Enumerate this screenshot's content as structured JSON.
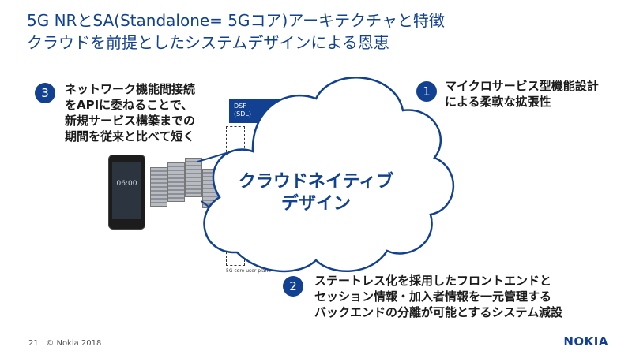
{
  "slide": {
    "title": "5G NRとSA(Standalone= 5Gコア)アーキテクチャと特徴",
    "subtitle": "クラウドを前提としたシステムデザインによる恩恵"
  },
  "callouts": [
    {
      "number": "1",
      "lines": [
        "マイクロサービス型機能設計",
        "による柔軟な拡張性"
      ]
    },
    {
      "number": "2",
      "lines": [
        "ステートレス化を採用したフロントエンドと",
        "セッション情報・加入者情報を一元管理する",
        "バックエンドの分離が可能とするシステム減設"
      ]
    },
    {
      "number": "3",
      "lines": [
        "ネットワーク機能間接続",
        "をAPIに委ねることで、",
        "新規サービス構築までの",
        "期間を従来と比べて短く"
      ]
    }
  ],
  "cloud": {
    "lines": [
      "クラウドネイティブ",
      "デザイン"
    ]
  },
  "diagram": {
    "dsf_label": [
      "DSF",
      "(SDL)"
    ],
    "phone_time": "06:00",
    "core_label": "5G core user plane"
  },
  "footer": {
    "page": "21",
    "copyright": "© Nokia 2018",
    "logo": "NOKIA"
  },
  "colors": {
    "brand": "#124191",
    "text": "#1a1a1a"
  }
}
